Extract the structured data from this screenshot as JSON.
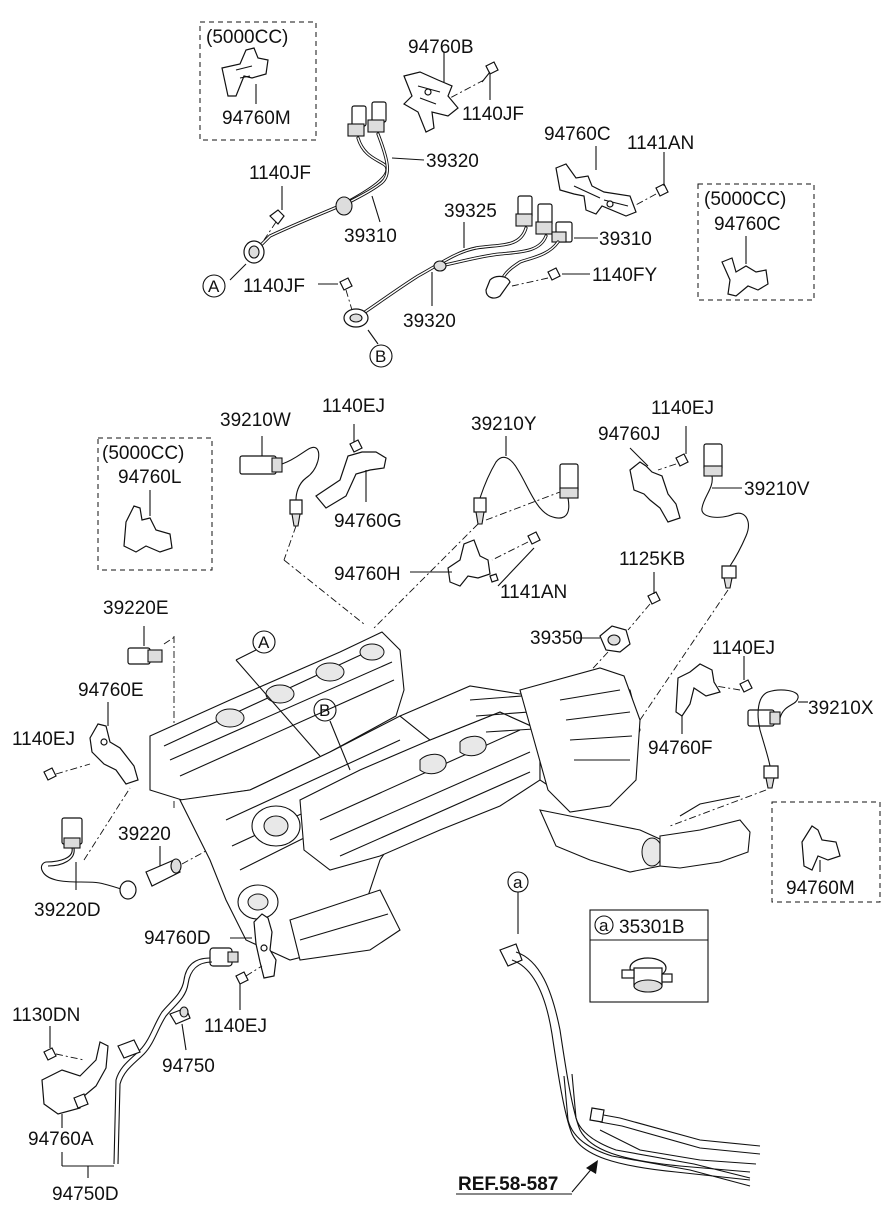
{
  "diagram": {
    "boxes": {
      "top_left_note": "(5000CC)",
      "top_left_part": "94760M",
      "right_note": "(5000CC)",
      "right_part": "94760C",
      "mid_left_note": "(5000CC)",
      "mid_left_part": "94760L",
      "bottom_right_part": "94760M",
      "legend_circle": "a",
      "legend_part": "35301B"
    },
    "labels": {
      "p94760B": "94760B",
      "p1140JF_a": "1140JF",
      "p39320_a": "39320",
      "p94760C": "94760C",
      "p1141AN_a": "1141AN",
      "p1140JF_b": "1140JF",
      "p39310_a": "39310",
      "p39325": "39325",
      "p39310_b": "39310",
      "p1140JF_c": "1140JF",
      "p1140FY": "1140FY",
      "p39320_b": "39320",
      "p39210W": "39210W",
      "p1140EJ_a": "1140EJ",
      "p94760G": "94760G",
      "p39210Y": "39210Y",
      "p94760H": "94760H",
      "p1141AN_b": "1141AN",
      "p1140EJ_b": "1140EJ",
      "p94760J": "94760J",
      "p39210V": "39210V",
      "p1125KB": "1125KB",
      "p39350": "39350",
      "p39220E": "39220E",
      "p94760E": "94760E",
      "p1140EJ_c": "1140EJ",
      "p1140EJ_d": "1140EJ",
      "p39210X": "39210X",
      "p94760F": "94760F",
      "p39220": "39220",
      "p39220D": "39220D",
      "p94760D": "94760D",
      "p1140EJ_e": "1140EJ",
      "p1130DN": "1130DN",
      "p94750": "94750",
      "p94760A": "94760A",
      "p94750D": "94750D",
      "ref": "REF.58-587"
    },
    "callouts": {
      "A_top": "A",
      "B_top": "B",
      "A_engine": "A",
      "B_engine": "B",
      "a_engine": "a"
    }
  }
}
